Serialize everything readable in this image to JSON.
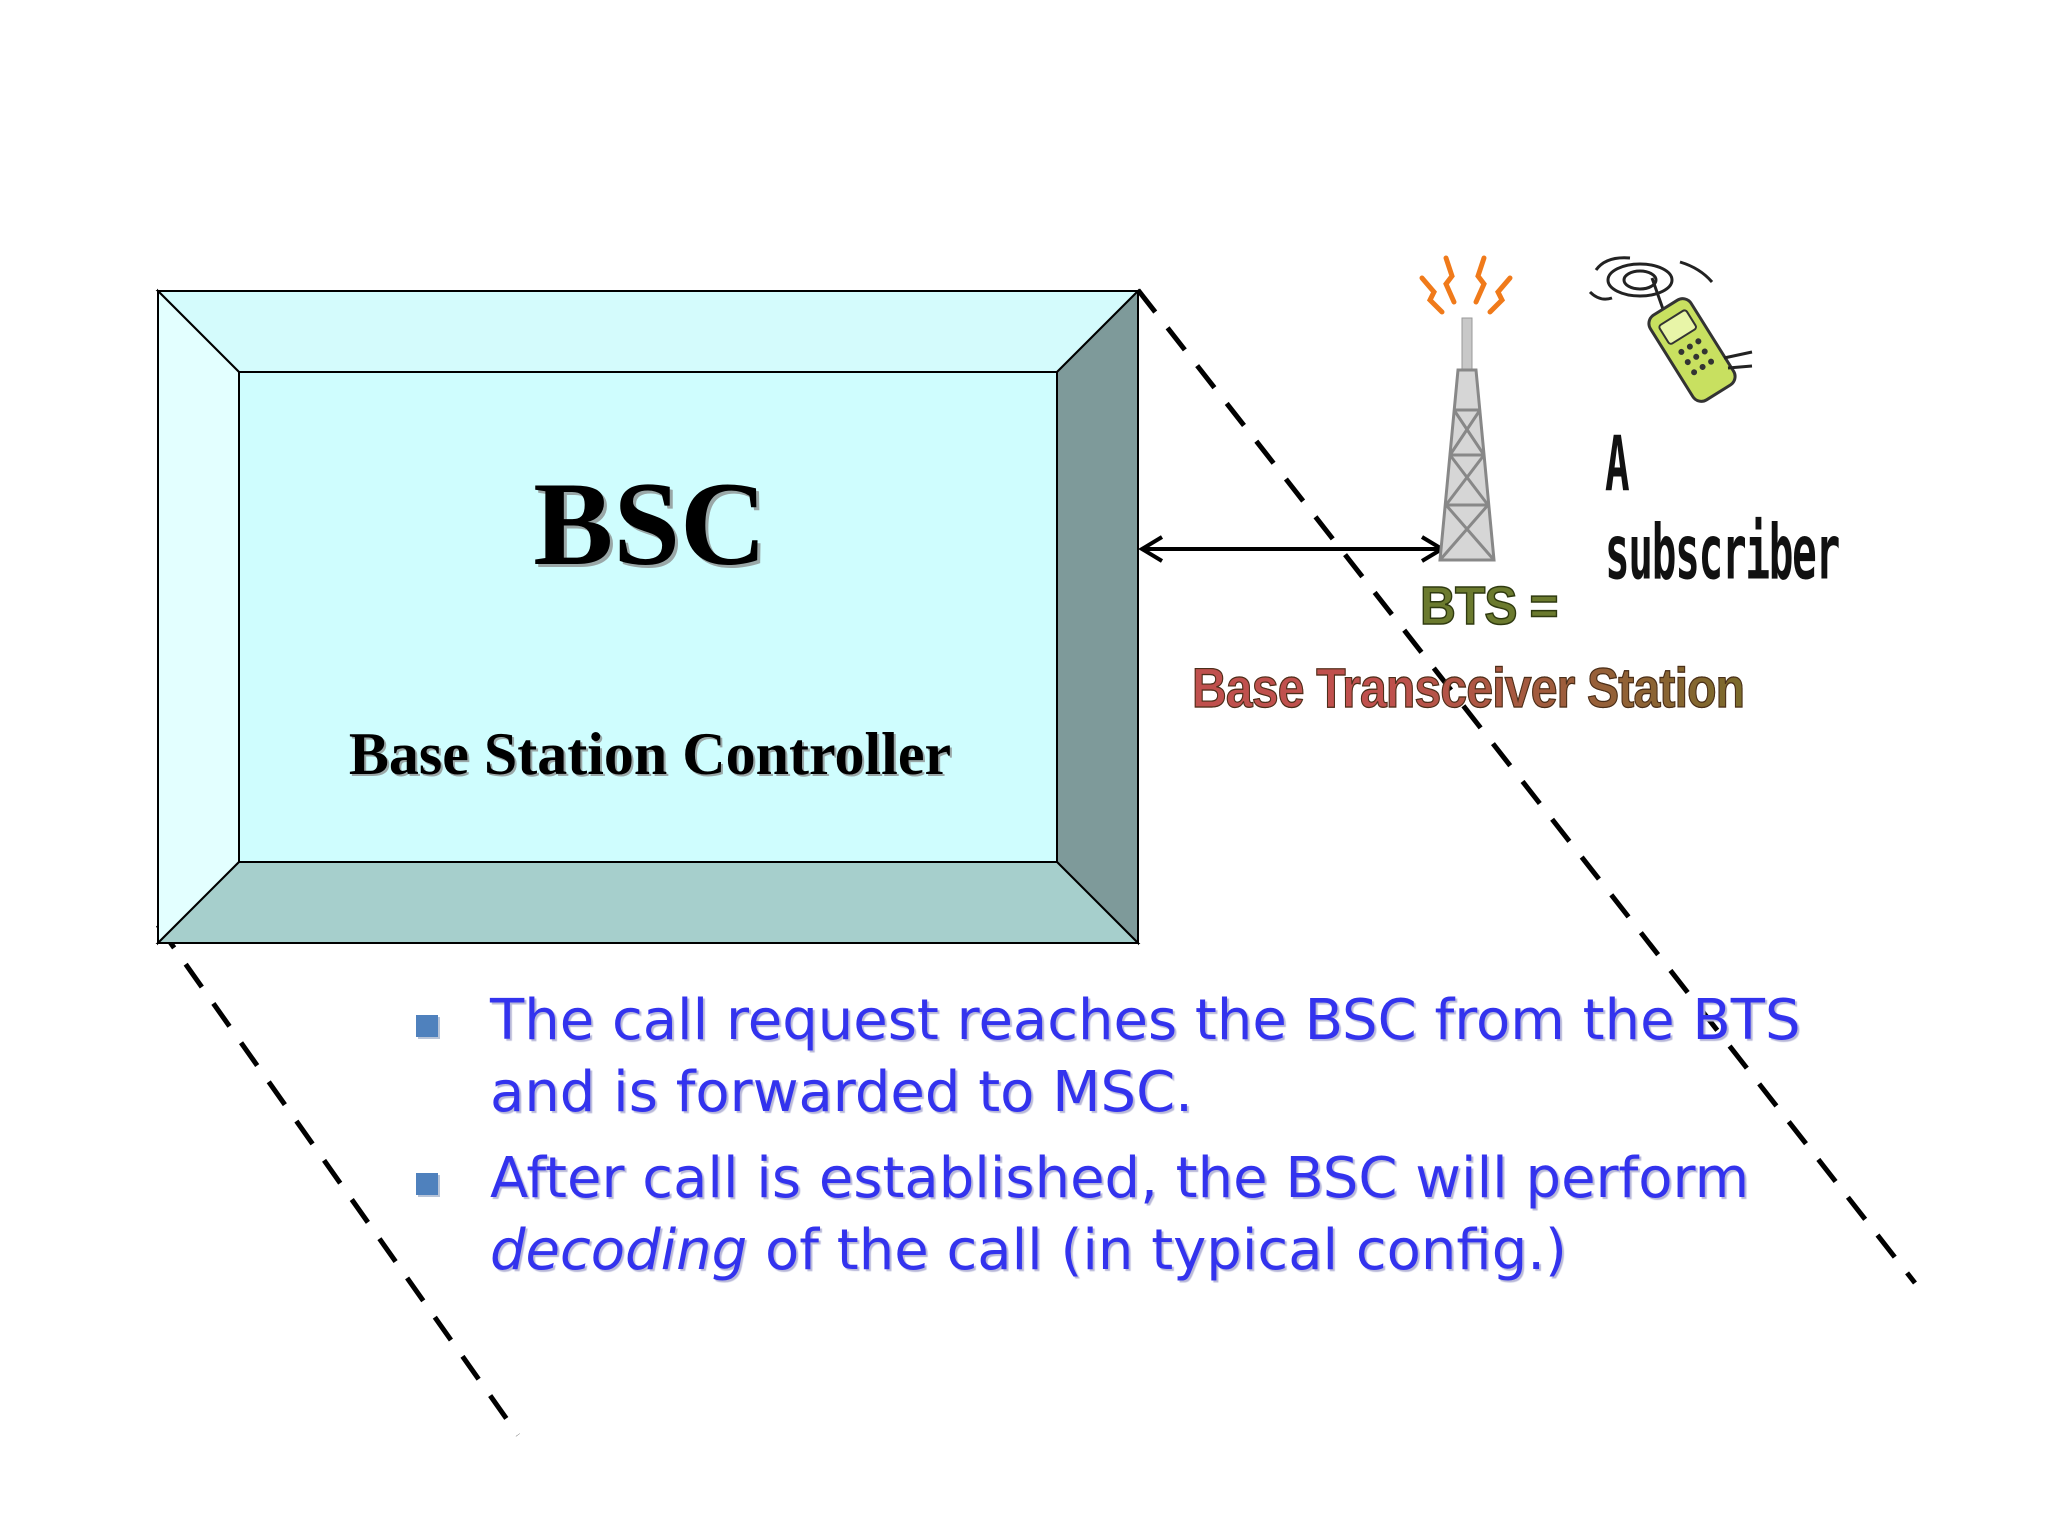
{
  "bsc": {
    "title": "BSC",
    "subtitle": "Base Station Controller"
  },
  "bts": {
    "abbrev": "BTS =",
    "full_name": "Base Transceiver Station"
  },
  "subscriber": {
    "label": "A subscriber"
  },
  "bullets": [
    {
      "parts": [
        {
          "text": "The call request reaches the BSC from the BTS and is forwarded to MSC.",
          "italic": false
        }
      ]
    },
    {
      "parts": [
        {
          "text": "After call is established, the BSC will perform ",
          "italic": false
        },
        {
          "text": "decoding",
          "italic": true
        },
        {
          "text": " of the call (in typical config.)",
          "italic": false
        }
      ]
    }
  ],
  "colors": {
    "bsc_face": "#cffdfe",
    "bsc_left_bevel": "#e3ffff",
    "bsc_top_bevel": "#d4fbfc",
    "bsc_right_bevel": "#7e9a9a",
    "bsc_bottom_bevel": "#a6cfcc",
    "bullet_text": "#3333ee",
    "bullet_marker": "#4f81bd",
    "bts_abbrev": "#6b7a2e",
    "bts_full": "#c0504d",
    "tower": "#c8c8c8",
    "signal": "#f07a1a",
    "phone": "#c8e060"
  },
  "icons": [
    "tower-icon",
    "signal-waves-icon",
    "phone-icon"
  ]
}
